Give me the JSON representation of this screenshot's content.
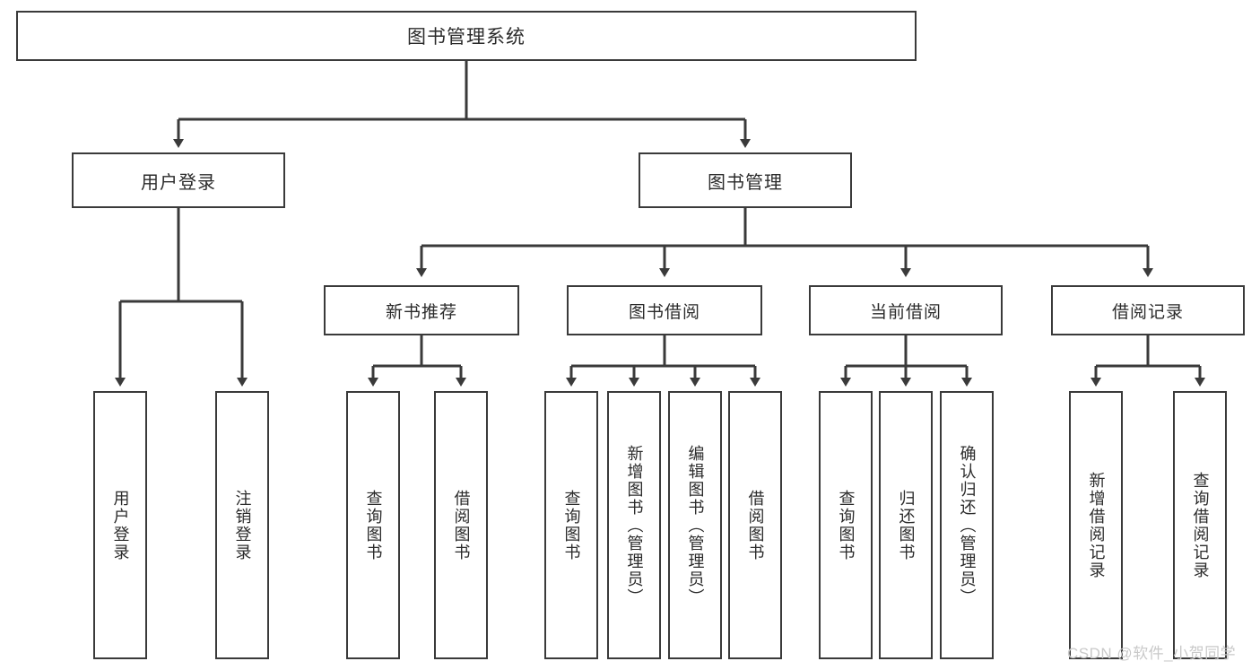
{
  "diagram": {
    "title": "图书管理系统",
    "watermark": "CSDN @软件_小贺同学",
    "accent_color": "#3a3a3a",
    "background_color": "#ffffff",
    "text_color": "#2b2b2b",
    "watermark_color": "#c9c9c9",
    "nodes": {
      "root": {
        "label": "图书管理系统"
      },
      "level2": [
        {
          "id": "user-login",
          "label": "用户登录"
        },
        {
          "id": "book-management",
          "label": "图书管理"
        }
      ],
      "level3": [
        {
          "id": "new-book-recommend",
          "label": "新书推荐"
        },
        {
          "id": "book-borrow",
          "label": "图书借阅"
        },
        {
          "id": "current-borrow",
          "label": "当前借阅"
        },
        {
          "id": "borrow-record",
          "label": "借阅记录"
        }
      ],
      "leaves": {
        "user-login": [
          {
            "id": "leaf-user-login",
            "label": "用户登录"
          },
          {
            "id": "leaf-logout-login",
            "label": "注销登录"
          }
        ],
        "new-book-recommend": [
          {
            "id": "leaf-query-book-1",
            "label": "查询图书"
          },
          {
            "id": "leaf-borrow-book-1",
            "label": "借阅图书"
          }
        ],
        "book-borrow": [
          {
            "id": "leaf-query-book-2",
            "label": "查询图书"
          },
          {
            "id": "leaf-add-book",
            "label": "新增图书（管理员）"
          },
          {
            "id": "leaf-edit-book",
            "label": "编辑图书（管理员）"
          },
          {
            "id": "leaf-borrow-book-2",
            "label": "借阅图书"
          }
        ],
        "current-borrow": [
          {
            "id": "leaf-query-book-3",
            "label": "查询图书"
          },
          {
            "id": "leaf-return-book",
            "label": "归还图书"
          },
          {
            "id": "leaf-confirm-return",
            "label": "确认归还（管理员）"
          }
        ],
        "borrow-record": [
          {
            "id": "leaf-add-record",
            "label": "新增借阅记录"
          },
          {
            "id": "leaf-query-record",
            "label": "查询借阅记录"
          }
        ]
      }
    }
  }
}
